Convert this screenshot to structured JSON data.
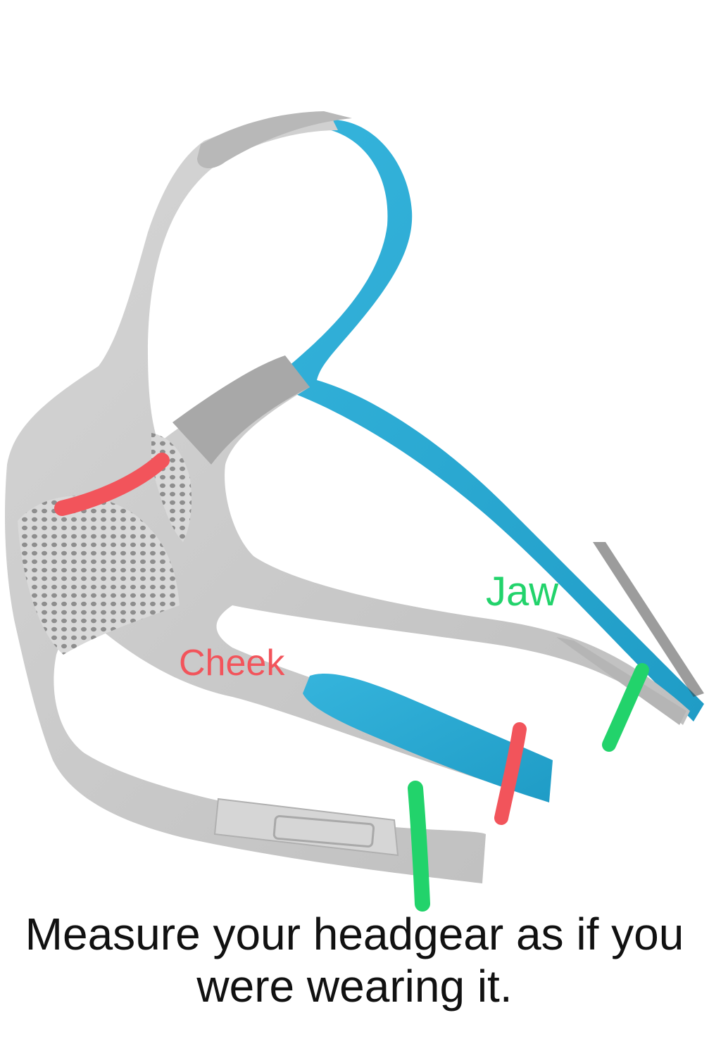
{
  "labels": {
    "jaw": "Jaw",
    "cheek": "Cheek"
  },
  "caption": {
    "line1": "Measure your headgear as if you",
    "line2": "were wearing it."
  },
  "colors": {
    "background": "#ffffff",
    "strap_gray": "#c9c9c9",
    "strap_gray_dark": "#a9a9a9",
    "strap_blue": "#2aa9d2",
    "mesh": "#b7b7b7",
    "jaw_marker": "#22d36b",
    "cheek_marker": "#f2545b",
    "caption_text": "#111111"
  },
  "icons": {
    "product": "cpap-headgear-image"
  }
}
